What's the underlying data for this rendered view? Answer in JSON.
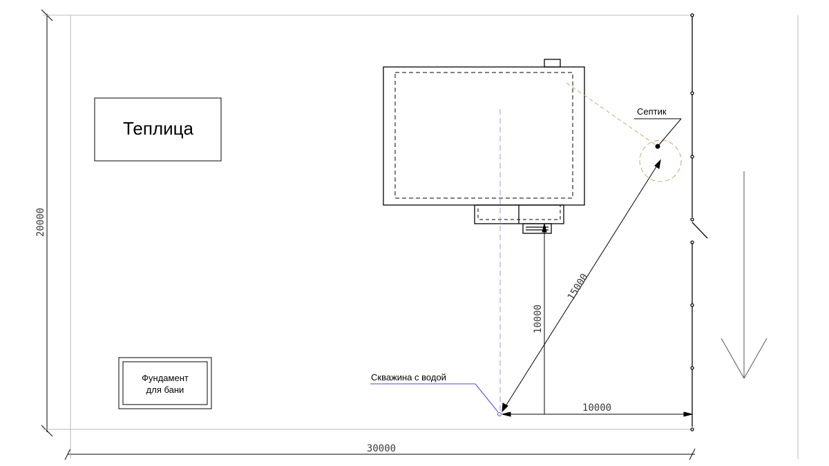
{
  "labels": {
    "greenhouse": "Теплица",
    "bath_foundation_line1": "Фундамент",
    "bath_foundation_line2": "для бани",
    "septic": "Септик",
    "well": "Скважина с водой"
  },
  "dimensions": {
    "plot_width": "30000",
    "plot_height": "20000",
    "well_to_septic": "15000",
    "well_to_house": "10000",
    "well_to_fence": "10000"
  },
  "colors": {
    "line": "#000000",
    "light_line": "#b8b8b8",
    "septic_circle": "#c8a878",
    "axis_dashed": "#9a9ad8",
    "well_leader": "#4a4ad0"
  }
}
